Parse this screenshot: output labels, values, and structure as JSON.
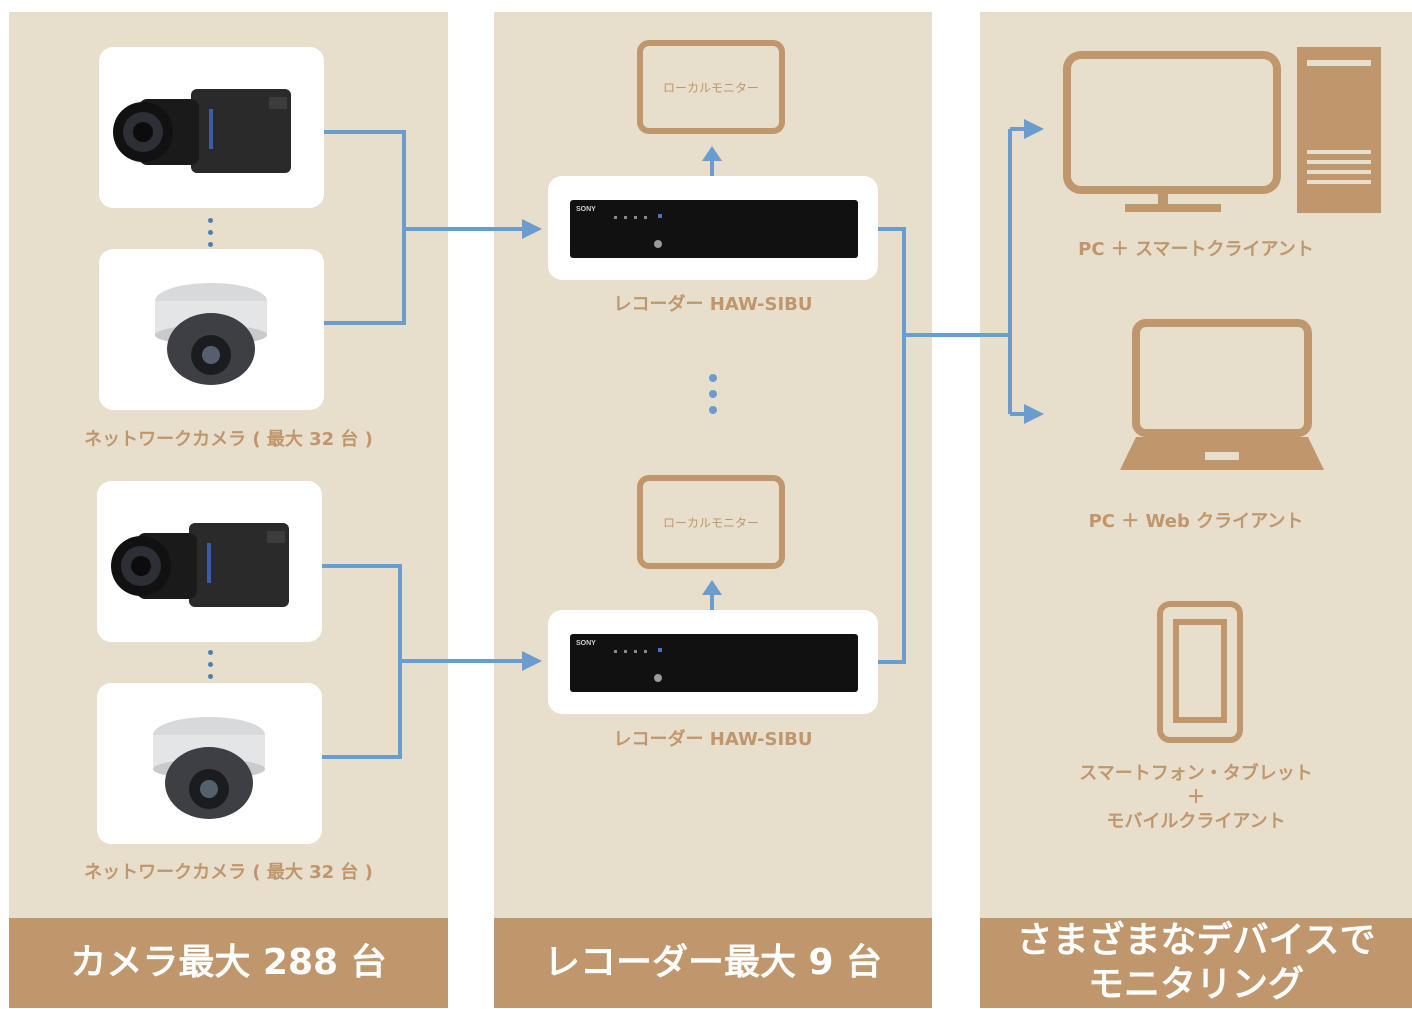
{
  "columns": {
    "cameras": {
      "footer": "カメラ最大 288 台",
      "group_label": "ネットワークカメラ ( 最大 32 台 )"
    },
    "recorders": {
      "footer": "レコーダー最大 9 台",
      "recorder_label": "レコーダー HAW-SIBU",
      "monitor_label": "ローカルモニター",
      "brand": "SONY"
    },
    "devices": {
      "footer_line1": "さまざまなデバイスで",
      "footer_line2": "モニタリング",
      "pc_smart": "PC ＋ スマートクライアント",
      "pc_web": "PC ＋ Web クライアント",
      "mobile_line1": "スマートフォン・タブレット",
      "mobile_line2": "＋",
      "mobile_line3": "モバイルクライアント"
    }
  },
  "colors": {
    "panel": "#e7decb",
    "accent": "#c0976c",
    "line": "#6a9ccd"
  },
  "icons": [
    "box-camera-icon",
    "dome-camera-icon",
    "recorder-icon",
    "monitor-icon",
    "desktop-pc-icon",
    "laptop-icon",
    "tablet-icon",
    "arrow-icon"
  ]
}
